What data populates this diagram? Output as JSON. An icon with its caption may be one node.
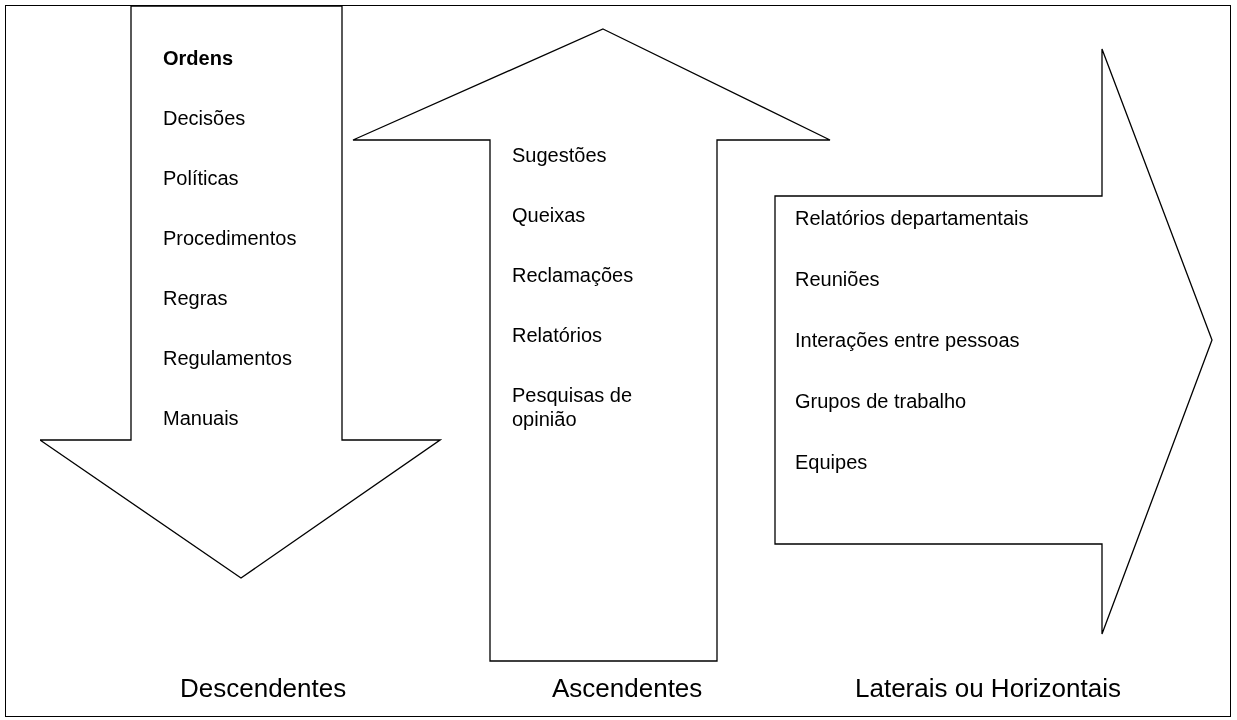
{
  "diagram": {
    "nodes": [
      {
        "text": [
          "Ordens",
          "Decisões",
          "Políticas",
          "Procedimentos",
          "Regras",
          "Regulamentos",
          "Manuais"
        ]
      },
      {
        "text": [
          "Sugestões",
          "Queixas",
          "Reclamações",
          "Relatórios",
          "Pesquisas de opinião"
        ]
      },
      {
        "text": [
          "Relatórios departamentais",
          "Reuniões",
          "Interações entre pessoas",
          "Grupos de trabalho",
          "Equipes"
        ]
      }
    ],
    "edges": [],
    "labels": [
      "Descendentes",
      "Ascendentes",
      "Laterais ou Horizontais"
    ]
  }
}
